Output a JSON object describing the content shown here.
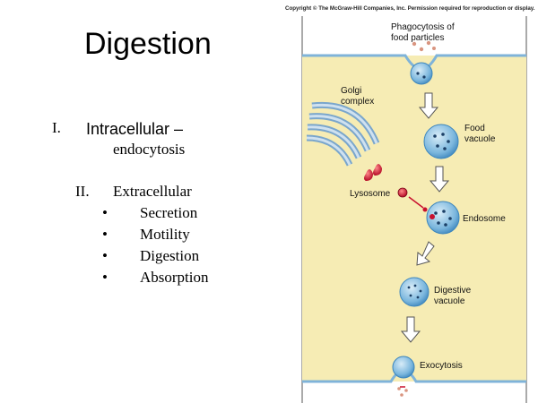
{
  "slide": {
    "title": "Digestion",
    "copyright": "Copyright © The McGraw-Hill Companies, Inc. Permission required for reproduction or display."
  },
  "outline": {
    "item1": {
      "number": "I.",
      "text": "Intracellular –",
      "sub": "endocytosis"
    },
    "item2": {
      "number": "II.",
      "text": "Extracellular"
    },
    "bullets": [
      "Secretion",
      "Motility",
      "Digestion",
      "Absorption"
    ],
    "bullet_symbol": "•"
  },
  "diagram": {
    "labels": {
      "phagocytosis_1": "Phagocytosis of",
      "phagocytosis_2": "food particles",
      "golgi_1": "Golgi",
      "golgi_2": "complex",
      "food_vacuole_1": "Food",
      "food_vacuole_2": "vacuole",
      "lysosome": "Lysosome",
      "endosome": "Endosome",
      "digestive_1": "Digestive",
      "digestive_2": "vacuole",
      "exocytosis": "Exocytosis"
    },
    "colors": {
      "cytoplasm": "#f6ecb4",
      "membrane": "#7fb3d9",
      "vesicle": "#3d8fc4",
      "golgi": "#8fb6d8",
      "lysosome": "#c8102e",
      "arrow": "#ffffff"
    }
  }
}
